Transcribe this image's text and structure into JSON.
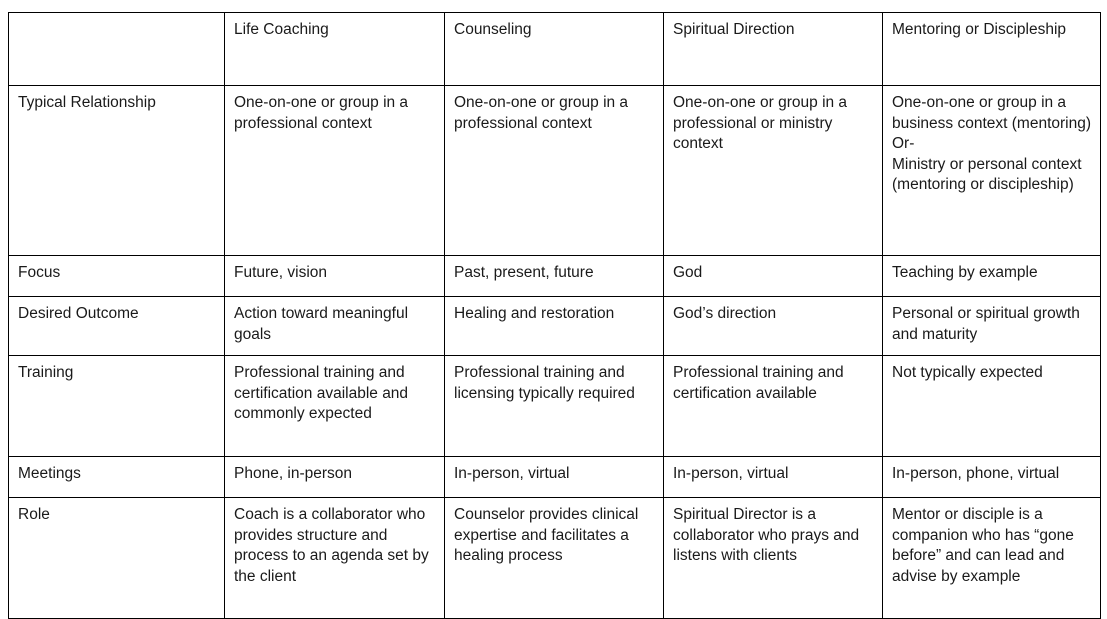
{
  "table": {
    "corner_label": "",
    "columns": [
      "Life Coaching",
      "Counseling",
      "Spiritual Direction",
      "Mentoring or Discipleship"
    ],
    "row_labels": [
      "Typical Relationship",
      "Focus",
      "Desired Outcome",
      "Training",
      "Meetings",
      "Role"
    ],
    "rows": [
      {
        "label": "Typical Relationship",
        "cells": [
          "One-on-one or group in a professional context",
          "One-on-one or group in a professional context",
          "One-on-one or group in a professional or ministry context",
          "One-on-one or group in a business context (mentoring)\nOr-\nMinistry or personal context (mentoring or discipleship)"
        ]
      },
      {
        "label": "Focus",
        "cells": [
          "Future, vision",
          "Past, present, future",
          "God",
          "Teaching by example"
        ]
      },
      {
        "label": "Desired Outcome",
        "cells": [
          "Action toward meaningful goals",
          "Healing and restoration",
          "God’s direction",
          "Personal or spiritual growth and maturity"
        ]
      },
      {
        "label": "Training",
        "cells": [
          "Professional training and certification available and commonly expected",
          "Professional training and licensing typically required",
          "Professional training and certification available",
          "Not typically expected"
        ]
      },
      {
        "label": "Meetings",
        "cells": [
          "Phone, in-person",
          "In-person, virtual",
          "In-person, virtual",
          "In-person, phone, virtual"
        ]
      },
      {
        "label": "Role",
        "cells": [
          "Coach is a collaborator who provides structure and process to an agenda set by the client",
          "Counselor provides clinical expertise and facilitates a healing process",
          "Spiritual Director is a collaborator who prays and listens with clients",
          "Mentor or disciple is a companion who has “gone before” and can lead and advise by example"
        ]
      }
    ]
  },
  "colors": {
    "header_background": "#fdecc8",
    "corner_background": "#c6c6c6",
    "row_label_background": "#c5d9f1",
    "cell_background": "#ffffff",
    "border": "#000000",
    "text": "#1a1a1a"
  }
}
